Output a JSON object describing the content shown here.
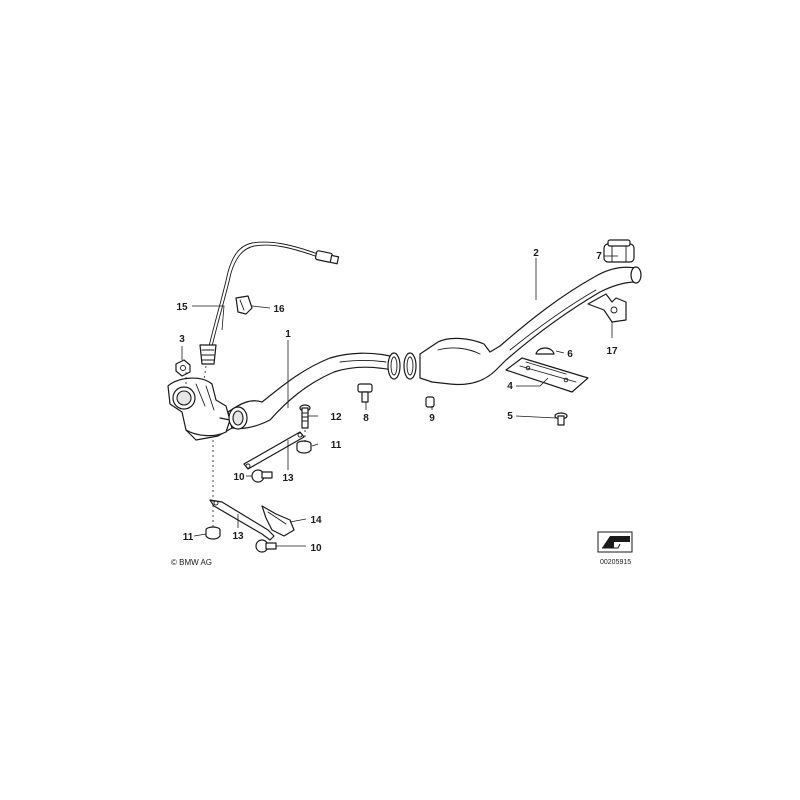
{
  "callouts": {
    "c1": "1",
    "c2": "2",
    "c3": "3",
    "c4": "4",
    "c5": "5",
    "c6": "6",
    "c7": "7",
    "c8": "8",
    "c9": "9",
    "c10a": "10",
    "c10b": "10",
    "c11a": "11",
    "c11b": "11",
    "c12": "12",
    "c13a": "13",
    "c13b": "13",
    "c14": "14",
    "c15": "15",
    "c16": "16",
    "c17": "17"
  },
  "footer": {
    "copyright": "© BMW AG",
    "reference": "00205915"
  },
  "icons": {
    "orientation": "arrow-left-down-icon"
  }
}
